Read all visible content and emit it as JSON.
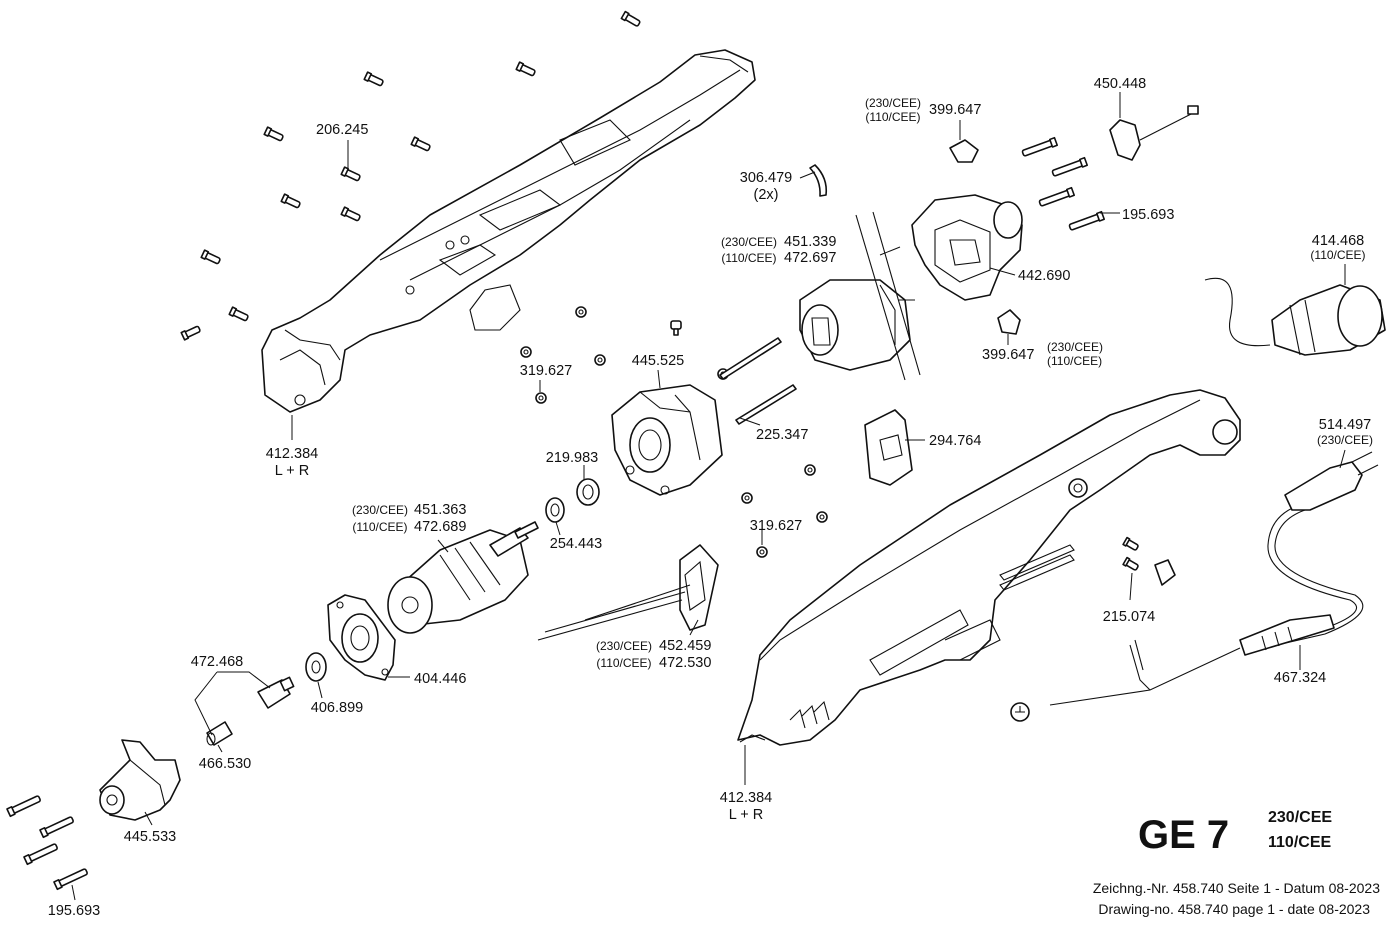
{
  "title": "GE 7",
  "variants": [
    "230/CEE",
    "110/CEE"
  ],
  "footer": {
    "line1": "Zeichng.-Nr. 458.740  Seite 1 - Datum 08-2023",
    "line2": "Drawing-no. 458.740  page 1 - date  08-2023"
  },
  "labels": {
    "p206245": "206.245",
    "p412384a": "412.384",
    "p412384a_lr": "L + R",
    "p412384b": "412.384",
    "p412384b_lr": "L + R",
    "p306479": "306.479",
    "p306479_qty": "(2x)",
    "p399647a_v1": "(230/CEE)",
    "p399647a_v2": "(110/CEE)",
    "p399647a": "399.647",
    "p450448": "450.448",
    "p195693a": "195.693",
    "p451339_v1": "(230/CEE)",
    "p451339": "451.339",
    "p472697_v2": "(110/CEE)",
    "p472697": "472.697",
    "p442690": "442.690",
    "p414468": "414.468",
    "p414468_v": "(110/CEE)",
    "p399647b": "399.647",
    "p399647b_v1": "(230/CEE)",
    "p399647b_v2": "(110/CEE)",
    "p445525": "445.525",
    "p319627a": "319.627",
    "p225347": "225.347",
    "p294764": "294.764",
    "p219983": "219.983",
    "p451363_v1": "(230/CEE)",
    "p451363": "451.363",
    "p472689_v2": "(110/CEE)",
    "p472689": "472.689",
    "p254443": "254.443",
    "p319627b": "319.627",
    "p514497": "514.497",
    "p514497_v": "(230/CEE)",
    "p215074": "215.074",
    "p452459_v1": "(230/CEE)",
    "p452459": "452.459",
    "p472530_v2": "(110/CEE)",
    "p472530": "472.530",
    "p472468": "472.468",
    "p404446": "404.446",
    "p406899": "406.899",
    "p466530": "466.530",
    "p467324": "467.324",
    "p445533": "445.533",
    "p195693b": "195.693"
  }
}
